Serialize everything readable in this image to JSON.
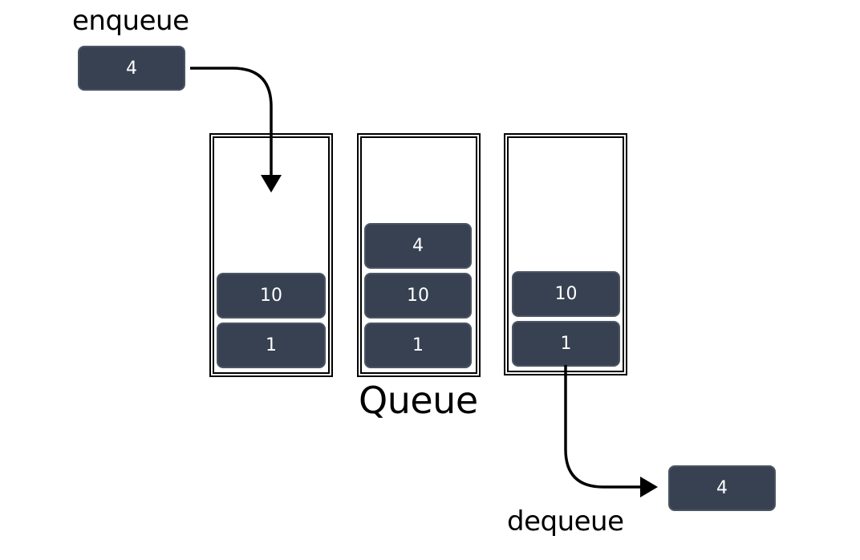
{
  "labels": {
    "enqueue": "enqueue",
    "dequeue": "dequeue",
    "title": "Queue"
  },
  "enqueue_item": "4",
  "dequeue_item": "4",
  "containers": [
    {
      "items": [
        "10",
        "1"
      ]
    },
    {
      "items": [
        "4",
        "10",
        "1"
      ]
    },
    {
      "items": [
        "10",
        "1"
      ]
    }
  ]
}
